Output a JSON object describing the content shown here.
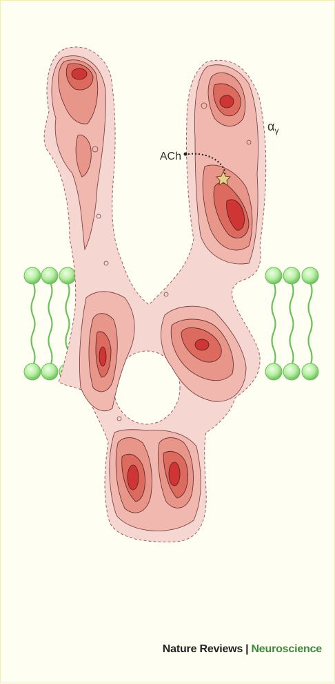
{
  "labels": {
    "ligand": "ACh",
    "subunit": "α",
    "subunit_sub": "γ"
  },
  "credit": {
    "publisher": "Nature Reviews",
    "separator": "|",
    "journal": "Neuroscience"
  },
  "colors": {
    "background": "#fffef2",
    "density_outer": "#f6d6d0",
    "density_mid": "#eba196",
    "density_core": "#d63a3a",
    "membrane": "#6cc05c",
    "lipid_head": "#b9eea5",
    "journal": "#3a8a3a"
  }
}
